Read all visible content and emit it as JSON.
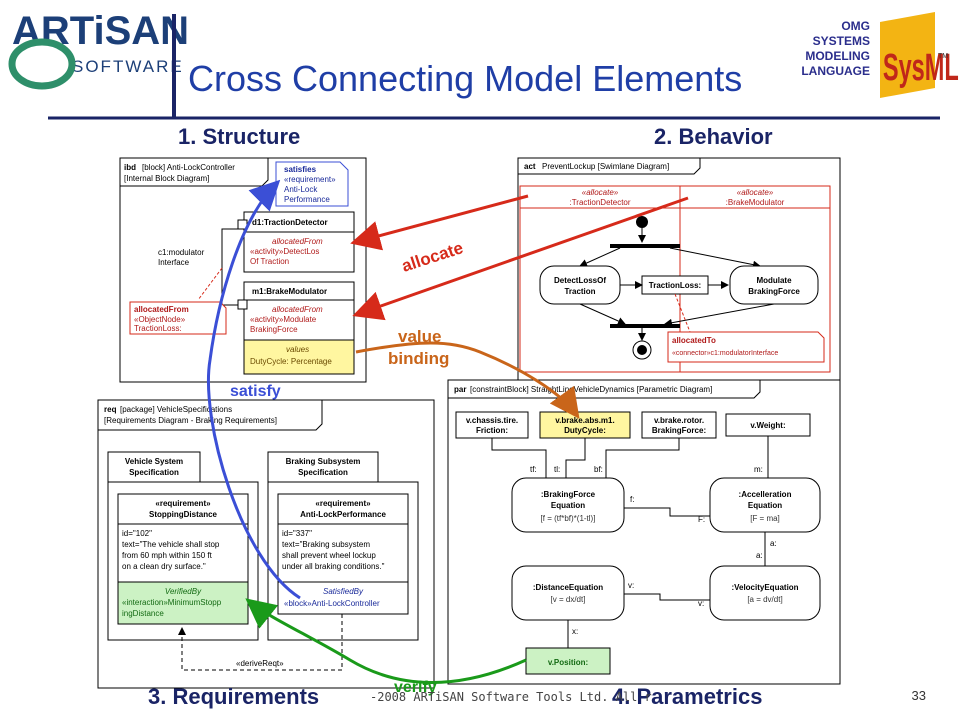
{
  "slide": {
    "title": "Cross Connecting Model Elements",
    "page_number": "33",
    "footer": "-2008 ARTiSAN Software Tools Ltd. All r",
    "quadrants": {
      "structure": "1. Structure",
      "behavior": "2. Behavior",
      "requirements": "3. Requirements",
      "parametrics": "4. Parametrics"
    }
  },
  "logos": {
    "artisan_top": "ARTiSAN",
    "artisan_bottom": "SOFTWARE",
    "omg_lines": [
      "OMG",
      "SYSTEMS",
      "MODELING",
      "LANGUAGE"
    ],
    "sysml": "SysML",
    "tm": "TM"
  },
  "colors": {
    "title_blue": "#1f3ea6",
    "heading_navy": "#1a2466",
    "allocate_red": "#d62a1a",
    "binding_orange": "#c9651a",
    "satisfy_blue": "#3b4fd6",
    "verify_green": "#1a9a1a",
    "yellow_fill": "#fff6a0",
    "green_fill": "#ccf2c4"
  },
  "arrows": {
    "allocate": "allocate",
    "value_binding_1": "value",
    "value_binding_2": "binding",
    "satisfy": "satisfy",
    "verify": "verify"
  },
  "ibd": {
    "header_kw": "ibd",
    "header_1": "[block] Anti-LockController",
    "header_2": "[Internal Block Diagram]",
    "note_title": "satisfies",
    "note_1": "«requirement»",
    "note_2": "Anti-Lock",
    "note_3": "Performance",
    "c1": "c1:modulator",
    "c1b": "Interface",
    "d1_title": "d1:TractionDetector",
    "d1_alloc": "allocatedFrom",
    "d1_a1": "«activity»DetectLos",
    "d1_a2": "Of Traction",
    "m1_title": "m1:BrakeModulator",
    "m1_alloc": "allocatedFrom",
    "m1_a1": "«activity»Modulate",
    "m1_a2": "BrakingForce",
    "values": "values",
    "duty": "DutyCycle: Percentage",
    "af_title": "allocatedFrom",
    "af_1": "«ObjectNode»",
    "af_2": "TractionLoss:"
  },
  "act": {
    "header_kw": "act",
    "header": "PreventLockup [Swimlane Diagram]",
    "lane1_kw": "«allocate»",
    "lane1": ":TractionDetector",
    "lane2_kw": "«allocate»",
    "lane2": ":BrakeModulator",
    "detect_1": "DetectLossOf",
    "detect_2": "Traction",
    "traction_loss": "TractionLoss:",
    "modulate_1": "Modulate",
    "modulate_2": "BrakingForce",
    "alloc_to": "allocatedTo",
    "alloc_to_2": "«connector»c1:modulatorInterface"
  },
  "req": {
    "header_kw": "req",
    "header_1": "[package] VehicleSpecifications",
    "header_2": "[Requirements Diagram - Braking Requirements]",
    "vss_1": "Vehicle System",
    "vss_2": "Specification",
    "bss_1": "Braking Subsystem",
    "bss_2": "Specification",
    "r1_kw": "«requirement»",
    "r1_name": "StoppingDistance",
    "r1_id": "id=\"102\"",
    "r1_t1": "text=\"The vehicle shall stop",
    "r1_t2": "from 60 mph within 150 ft",
    "r1_t3": "on a clean dry surface.\"",
    "r1_v1": "VerifiedBy",
    "r1_v2": "«interaction»MinimumStopp",
    "r1_v3": "ingDistance",
    "r2_kw": "«requirement»",
    "r2_name": "Anti-LockPerformance",
    "r2_id": "id=\"337\"",
    "r2_t1": "text=\"Braking subsystem",
    "r2_t2": "shall prevent wheel lockup",
    "r2_t3": "under all braking conditions.\"",
    "r2_s1": "SatisfiedBy",
    "r2_s2": "«block»Anti-LockController",
    "derive": "«deriveReqt»"
  },
  "par": {
    "header_kw": "par",
    "header": "[constraintBlock] StraightLineVehicleDynamics [Parametric Diagram]",
    "p1a": "v.chassis.tire.",
    "p1b": "Friction:",
    "p2a": "v.brake.abs.m1.",
    "p2b": "DutyCycle:",
    "p3a": "v.brake.rotor.",
    "p3b": "BrakingForce:",
    "p4": "v.Weight:",
    "tf": "tf:",
    "tl": "tl:",
    "bf": "bf:",
    "m": "m:",
    "bfe_1": ":BrakingForce",
    "bfe_2": "Equation",
    "bfe_3": "[f = (tf*bf)*(1-tl)]",
    "f": "f:",
    "F": "F:",
    "acc_1": ":Accelleration",
    "acc_2": "Equation",
    "acc_3": "[F = ma]",
    "a1": "a:",
    "a2": "a:",
    "dist_1": ":DistanceEquation",
    "dist_2": "[v = dx/dt]",
    "v1": "v:",
    "v2": "v:",
    "vel_1": ":VelocityEquation",
    "vel_2": "[a = dv/dt]",
    "x": "x:",
    "pos": "v.Position:"
  }
}
